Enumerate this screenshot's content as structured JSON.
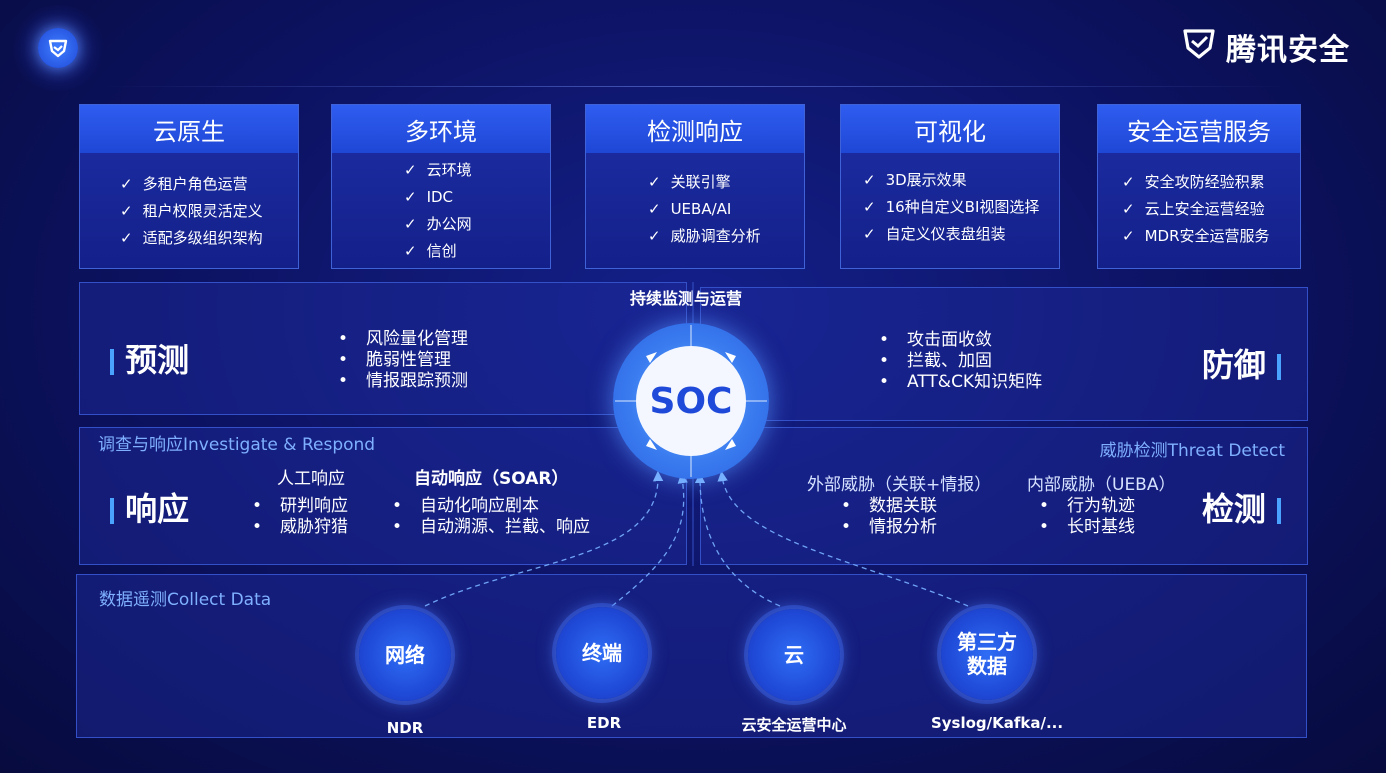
{
  "brand": {
    "name": "腾讯安全",
    "logo_icon": "shield-check-icon"
  },
  "colors": {
    "accent": "#2f5df0",
    "background": "#0c1260",
    "label": "#7fb0ff"
  },
  "cards": [
    {
      "title": "云原生",
      "items": [
        "多租户角色运营",
        "租户权限灵活定义",
        "适配多级组织架构"
      ]
    },
    {
      "title": "多环境",
      "items": [
        "云环境",
        "IDC",
        "办公网",
        "信创"
      ]
    },
    {
      "title": "检测响应",
      "items": [
        "关联引擎",
        "UEBA/AI",
        "威胁调查分析"
      ]
    },
    {
      "title": "可视化",
      "items": [
        "3D展示效果",
        "16种自定义BI视图选择",
        "自定义仪表盘组装"
      ]
    },
    {
      "title": "安全运营服务",
      "items": [
        "安全攻防经验积累",
        "云上安全运营经验",
        "MDR安全运营服务"
      ]
    }
  ],
  "center": {
    "caption": "持续监测与运营",
    "soc": "SOC"
  },
  "predict": {
    "title": "预测",
    "items": [
      "风险量化管理",
      "脆弱性管理",
      "情报跟踪预测"
    ]
  },
  "defend": {
    "title": "防御",
    "items": [
      "攻击面收敛",
      "拦截、加固",
      "ATT&CK知识矩阵"
    ]
  },
  "respond": {
    "label": "调查与响应Investigate & Respond",
    "title": "响应",
    "manual": {
      "heading": "人工响应",
      "items": [
        "研判响应",
        "威胁狩猎"
      ]
    },
    "auto": {
      "heading": "自动响应（SOAR）",
      "items": [
        "自动化响应剧本",
        "自动溯源、拦截、响应"
      ]
    }
  },
  "detect": {
    "label": "威胁检测Threat Detect",
    "title": "检测",
    "external": {
      "heading": "外部威胁（关联+情报）",
      "items": [
        "数据关联",
        "情报分析"
      ]
    },
    "internal": {
      "heading": "内部威胁（UEBA）",
      "items": [
        "行为轨迹",
        "长时基线"
      ]
    }
  },
  "collect": {
    "label": "数据遥测Collect Data",
    "sources": [
      {
        "name": "网络",
        "caption": "NDR"
      },
      {
        "name": "终端",
        "caption": "EDR"
      },
      {
        "name": "云",
        "caption": "云安全运营中心"
      },
      {
        "name": "第三方数据",
        "caption": "Syslog/Kafka/..."
      }
    ]
  }
}
